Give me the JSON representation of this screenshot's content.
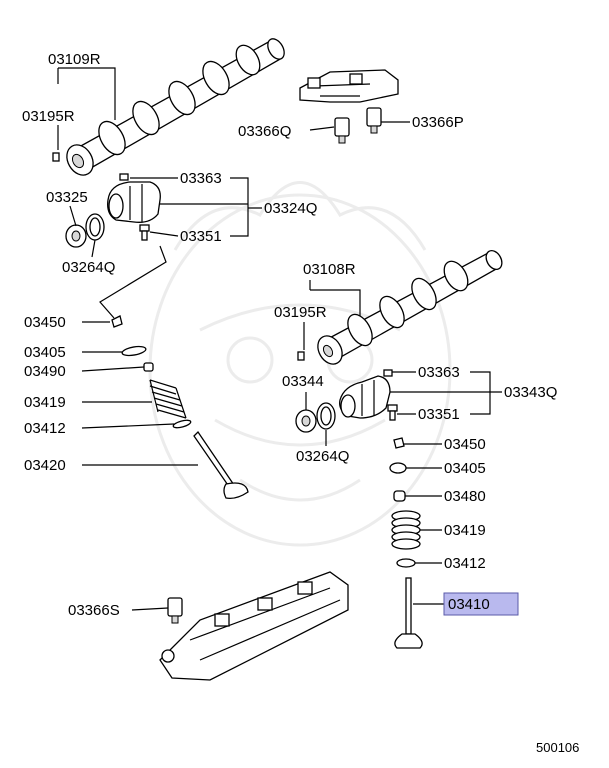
{
  "labels": {
    "cam_left": "03109R",
    "pin_left": "03195R",
    "adjuster_left_a": "03366Q",
    "adjuster_left_b": "03366P",
    "bolt_top": "03363",
    "actuator_left": "03324Q",
    "sprocket_left": "03325",
    "gasket_left": "03264Q",
    "bolt_left": "03351",
    "cam_right": "03108R",
    "pin_right": "03195R",
    "key_left": "03450",
    "keeper_left": "03405",
    "seal_left": "03490",
    "spring_left": "03419",
    "seat_left": "03412",
    "valve_left": "03420",
    "bolt_right_top": "03363",
    "sprocket_right": "03344",
    "actuator_right": "03343Q",
    "bolt_right": "03351",
    "gasket_right": "03264Q",
    "key_right": "03450",
    "keeper_right": "03405",
    "seal_right": "03480",
    "spring_right": "03419",
    "seat_right": "03412",
    "valve_right": "03410",
    "adjuster_bottom": "03366S",
    "diagram_code": "500106"
  },
  "colors": {
    "highlight_fill": "#b9b9ee",
    "highlight_border": "#5a5aa8",
    "watermark": "#ececec"
  }
}
